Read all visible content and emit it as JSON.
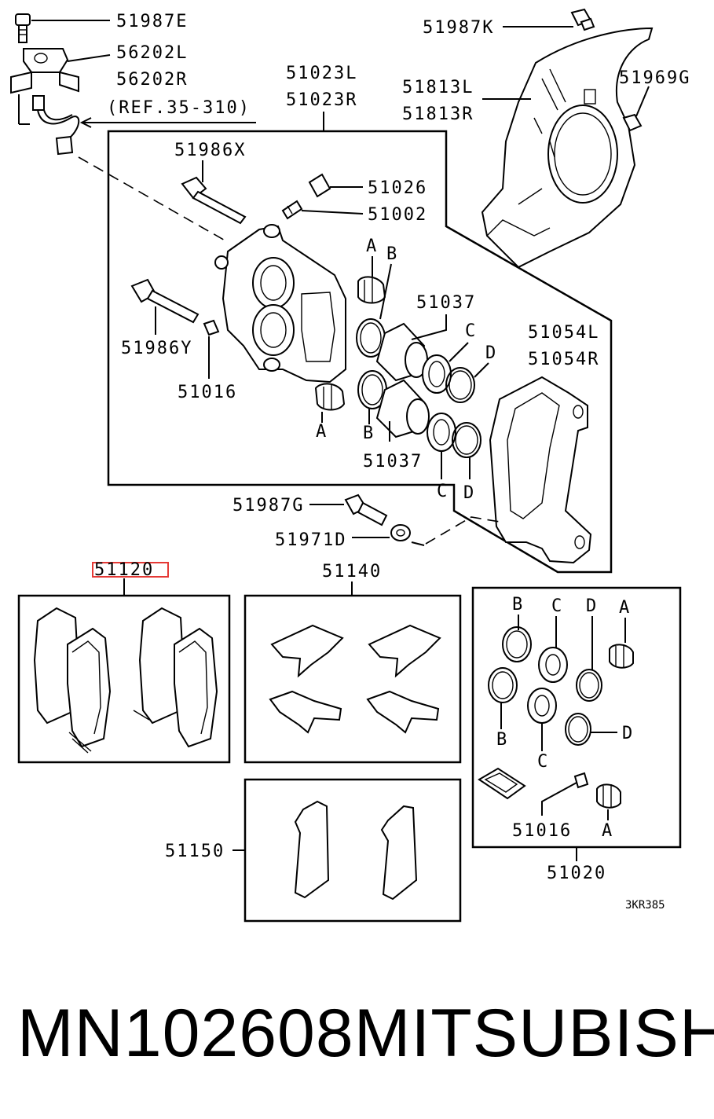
{
  "labels": {
    "p51987E": "51987E",
    "p56202L": "56202L",
    "p56202R": "56202R",
    "ref": "(REF.35-310)",
    "p51023L": "51023L",
    "p51023R": "51023R",
    "p51987K": "51987K",
    "p51813L": "51813L",
    "p51813R": "51813R",
    "p51969G": "51969G",
    "p51986X": "51986X",
    "p51026": "51026",
    "p51002": "51002",
    "p51037a": "51037",
    "p51037b": "51037",
    "p51054L": "51054L",
    "p51054R": "51054R",
    "p51986Y": "51986Y",
    "p51016a": "51016",
    "p51987G": "51987G",
    "p51971D": "51971D",
    "p51120": "51120",
    "p51140": "51140",
    "p51150": "51150",
    "p51016b": "51016",
    "p51020": "51020",
    "code": "3KR385",
    "A1": "A",
    "B1": "B",
    "C1": "C",
    "D1": "D",
    "A2": "A",
    "B2": "B",
    "C2": "C",
    "D2": "D",
    "B3": "B",
    "C3": "C",
    "D3": "D",
    "A3": "A",
    "B4": "B",
    "C4": "C",
    "D4": "D",
    "A4": "A"
  },
  "footer": {
    "part_number": "MN102608",
    "brand": "MITSUBISHI"
  },
  "colors": {
    "highlight": "#e53935",
    "ink": "#000000"
  }
}
